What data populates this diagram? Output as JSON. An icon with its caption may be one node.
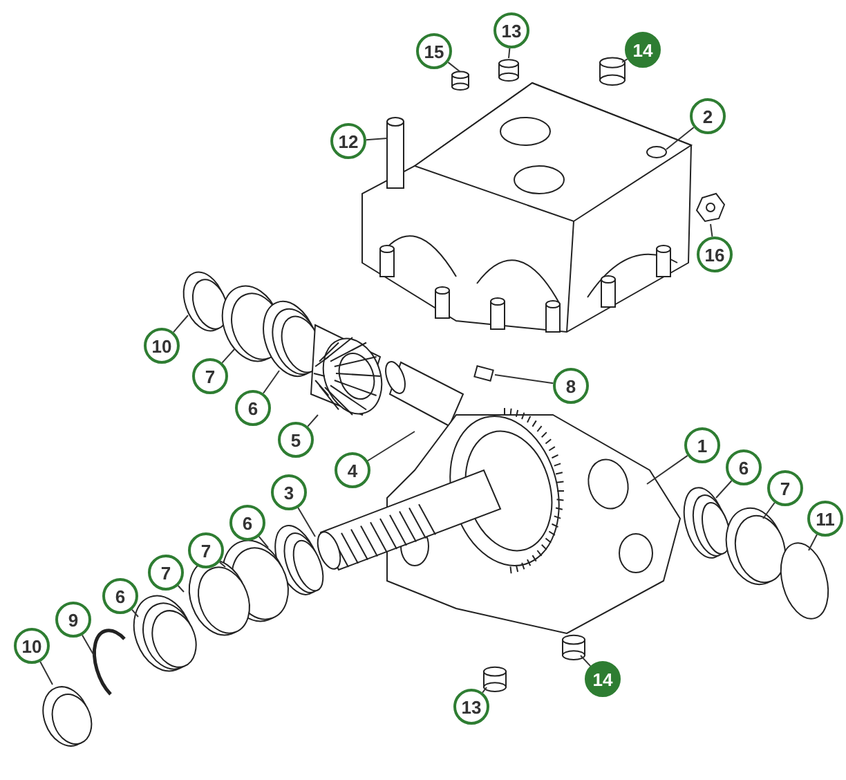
{
  "diagram": {
    "nodes": [
      {
        "text": [
          "15"
        ]
      },
      {
        "text": [
          "13"
        ]
      },
      {
        "text": [
          "14"
        ]
      },
      {
        "text": [
          "2"
        ]
      },
      {
        "text": [
          "12"
        ]
      },
      {
        "text": [
          "16"
        ]
      },
      {
        "text": [
          "10"
        ]
      },
      {
        "text": [
          "7"
        ]
      },
      {
        "text": [
          "6"
        ]
      },
      {
        "text": [
          "5"
        ]
      },
      {
        "text": [
          "8"
        ]
      },
      {
        "text": [
          "4"
        ]
      },
      {
        "text": [
          "1"
        ]
      },
      {
        "text": [
          "3"
        ]
      },
      {
        "text": [
          "6"
        ]
      },
      {
        "text": [
          "7"
        ]
      },
      {
        "text": [
          "11"
        ]
      },
      {
        "text": [
          "6"
        ]
      },
      {
        "text": [
          "7"
        ]
      },
      {
        "text": [
          "7"
        ]
      },
      {
        "text": [
          "6"
        ]
      },
      {
        "text": [
          "9"
        ]
      },
      {
        "text": [
          "10"
        ]
      },
      {
        "text": [
          "13"
        ]
      },
      {
        "text": [
          "14"
        ]
      }
    ],
    "edges": [
      {
        "from": 0,
        "to": null,
        "arrow": "none"
      },
      {
        "from": 1,
        "to": null,
        "arrow": "none"
      },
      {
        "from": 2,
        "to": null,
        "arrow": "none"
      },
      {
        "from": 3,
        "to": null,
        "arrow": "none"
      },
      {
        "from": 4,
        "to": null,
        "arrow": "none"
      },
      {
        "from": 5,
        "to": null,
        "arrow": "none"
      },
      {
        "from": 6,
        "to": null,
        "arrow": "none"
      },
      {
        "from": 7,
        "to": null,
        "arrow": "none"
      },
      {
        "from": 8,
        "to": null,
        "arrow": "none"
      },
      {
        "from": 9,
        "to": null,
        "arrow": "none"
      },
      {
        "from": 10,
        "to": null,
        "arrow": "none"
      },
      {
        "from": 11,
        "to": null,
        "arrow": "none"
      },
      {
        "from": 12,
        "to": null,
        "arrow": "none"
      },
      {
        "from": 13,
        "to": null,
        "arrow": "none"
      },
      {
        "from": 14,
        "to": null,
        "arrow": "none"
      },
      {
        "from": 15,
        "to": null,
        "arrow": "none"
      },
      {
        "from": 16,
        "to": null,
        "arrow": "none"
      },
      {
        "from": 17,
        "to": null,
        "arrow": "none"
      },
      {
        "from": 18,
        "to": null,
        "arrow": "none"
      },
      {
        "from": 19,
        "to": null,
        "arrow": "none"
      },
      {
        "from": 20,
        "to": null,
        "arrow": "none"
      },
      {
        "from": 21,
        "to": null,
        "arrow": "none"
      },
      {
        "from": 22,
        "to": null,
        "arrow": "none"
      },
      {
        "from": 23,
        "to": null,
        "arrow": "none"
      },
      {
        "from": 24,
        "to": null,
        "arrow": "none"
      }
    ]
  }
}
